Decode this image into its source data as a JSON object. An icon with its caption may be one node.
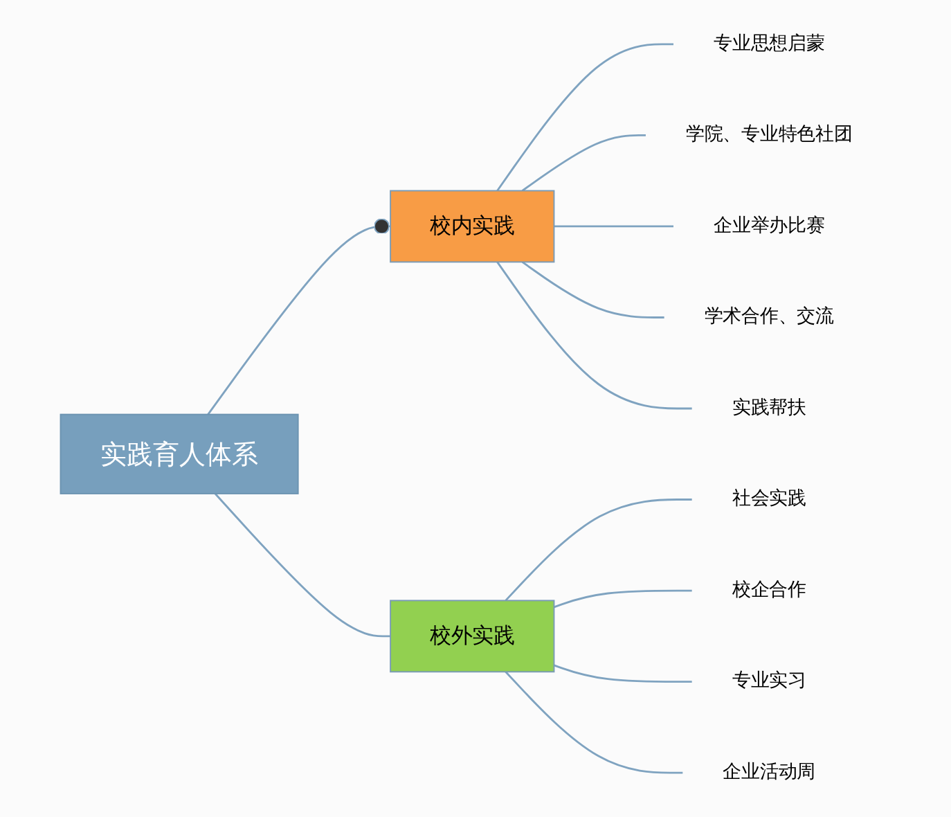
{
  "diagram": {
    "nodes": [
      {
        "text": [
          "实践育人体系"
        ]
      },
      {
        "text": [
          "校内实践"
        ]
      },
      {
        "text": [
          "专业思想启蒙"
        ]
      },
      {
        "text": [
          "学院、专业特色社团"
        ]
      },
      {
        "text": [
          "企业举办比赛"
        ]
      },
      {
        "text": [
          "学术合作、交流"
        ]
      },
      {
        "text": [
          "实践帮扶"
        ]
      },
      {
        "text": [
          "校外实践"
        ]
      },
      {
        "text": [
          "社会实践"
        ]
      },
      {
        "text": [
          "校企合作"
        ]
      },
      {
        "text": [
          "专业实习"
        ]
      },
      {
        "text": [
          "企业活动周"
        ]
      }
    ],
    "edges": [
      {
        "from": 0,
        "to": 1,
        "arrow": "other"
      },
      {
        "from": 1,
        "to": 2,
        "arrow": "none"
      },
      {
        "from": 1,
        "to": 3,
        "arrow": "none"
      },
      {
        "from": 1,
        "to": 4,
        "arrow": "none"
      },
      {
        "from": 1,
        "to": 5,
        "arrow": "none"
      },
      {
        "from": 1,
        "to": 6,
        "arrow": "none"
      },
      {
        "from": 0,
        "to": 7,
        "arrow": "none"
      },
      {
        "from": 7,
        "to": 8,
        "arrow": "none"
      },
      {
        "from": 7,
        "to": 9,
        "arrow": "none"
      },
      {
        "from": 7,
        "to": 10,
        "arrow": "none"
      },
      {
        "from": 7,
        "to": 11,
        "arrow": "none"
      }
    ]
  }
}
